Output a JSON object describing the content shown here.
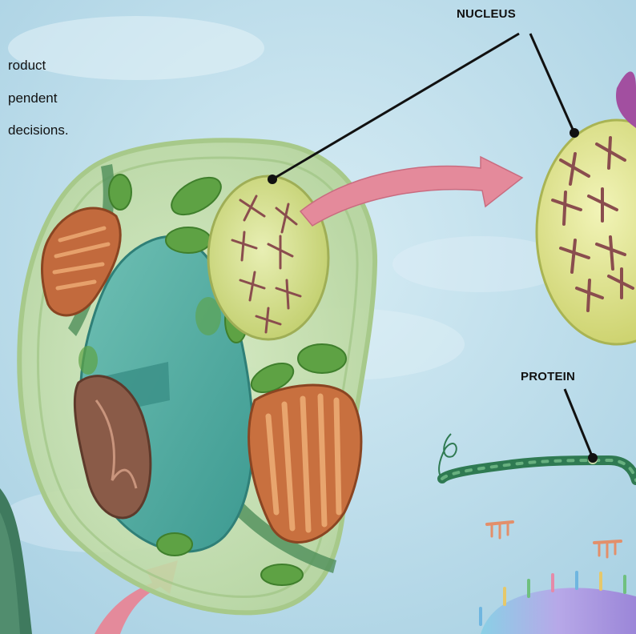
{
  "labels": {
    "nucleus": "NUCLEUS",
    "protein": "PROTEIN"
  },
  "text_lines": [
    "roduct",
    "pendent",
    " decisions."
  ],
  "colors": {
    "background": "#bfe0ee",
    "cell_membrane": "#cfe4b6",
    "nucleus": "#d4dc86",
    "chloroplast": "#6bab48",
    "mitochondria": "#c0663a",
    "vacuole": "#4ea8a0",
    "arrow": "#e6879a",
    "protein": "#2f7a52",
    "leader_line": "#111111"
  }
}
